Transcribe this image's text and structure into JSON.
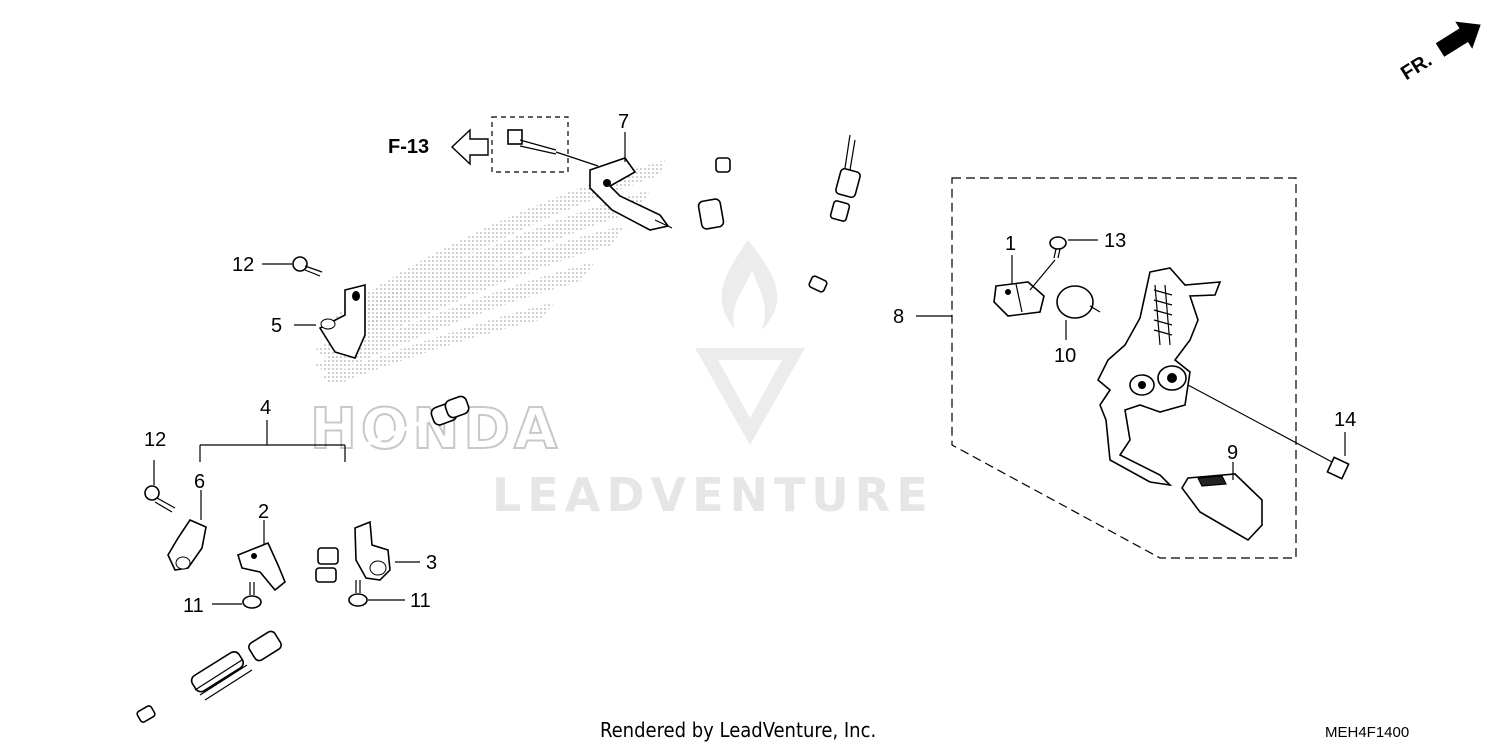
{
  "diagram": {
    "direction_label": "FR.",
    "reference_label": "F-13",
    "callouts": {
      "c1": "1",
      "c2": "2",
      "c3": "3",
      "c4": "4",
      "c5": "5",
      "c6": "6",
      "c7": "7",
      "c8": "8",
      "c9": "9",
      "c10": "10",
      "c11a": "11",
      "c11b": "11",
      "c12a": "12",
      "c12b": "12",
      "c13": "13",
      "c14": "14"
    },
    "watermark": {
      "brand": "HONDA",
      "dealer": "LEADVENTURE"
    },
    "footer": {
      "credit": "Rendered by LeadVenture, Inc.",
      "code": "MEH4F1400"
    }
  }
}
